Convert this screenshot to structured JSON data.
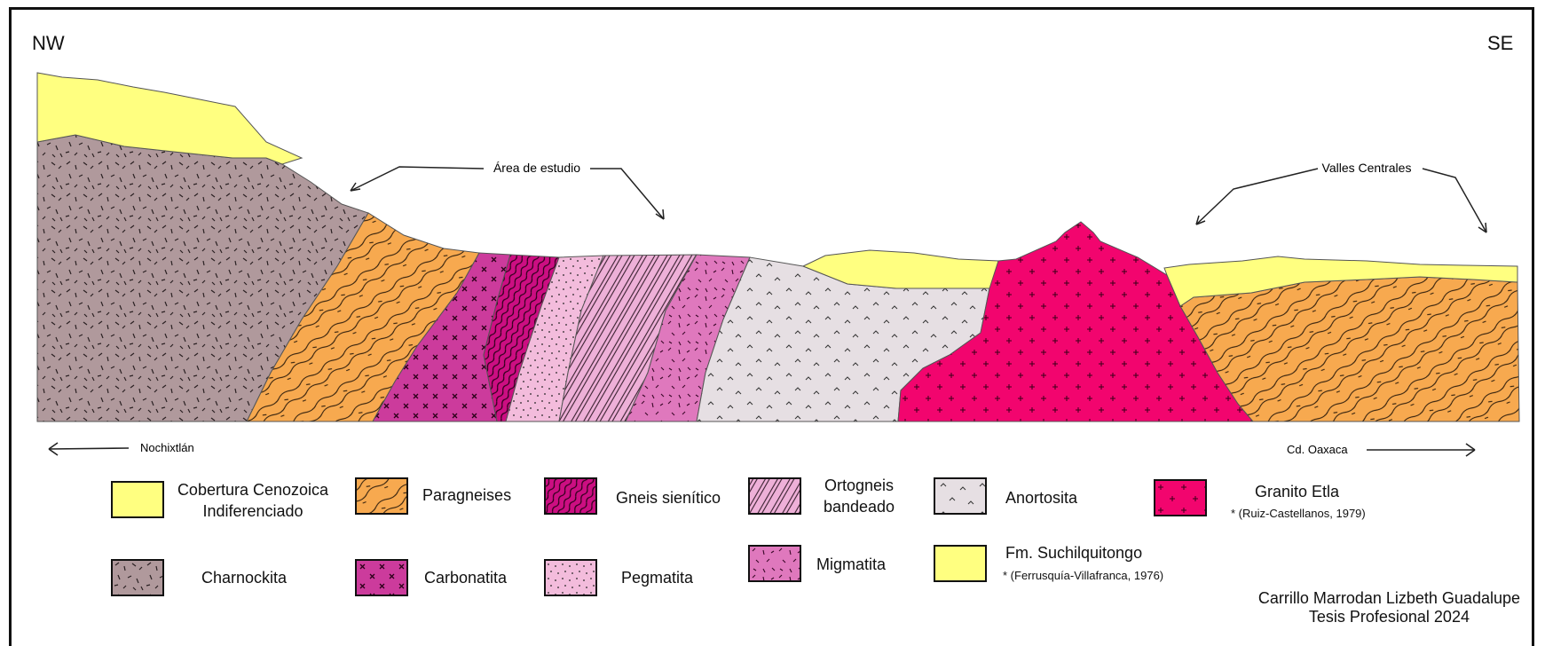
{
  "orientation": {
    "left": "NW",
    "right": "SE"
  },
  "callouts": {
    "study_area": "Área de estudio",
    "central_valleys": "Valles Centrales"
  },
  "directions": {
    "west": "Nochixtlán",
    "east": "Cd. Oaxaca"
  },
  "units": {
    "cenozoic": {
      "label": "Cobertura Cenozoica Indiferenciado",
      "color": "#ffff80"
    },
    "paragneiss": {
      "label": "Paragneises",
      "color": "#f7a94f"
    },
    "syenitic_gneiss": {
      "label": "Gneis sienítico",
      "color": "#cc0e82"
    },
    "orthogneiss": {
      "label": "Ortogneis bandeado",
      "color": "#eeb0d8"
    },
    "anorthosite": {
      "label": "Anortosita",
      "color": "#e6dfe3"
    },
    "granite": {
      "label": "Granito Etla",
      "note": "* (Ruiz-Castellanos, 1979)",
      "color": "#f2056e"
    },
    "charnockite": {
      "label": "Charnockita",
      "color": "#b0999c"
    },
    "carbonatite": {
      "label": "Carbonatita",
      "color": "#cc3b9c"
    },
    "pegmatite": {
      "label": "Pegmatita",
      "color": "#f3bcdc"
    },
    "migmatite": {
      "label": "Migmatita",
      "color": "#df78bd"
    },
    "suchilquitongo": {
      "label": "Fm. Suchilquitongo",
      "note": "* (Ferrusquía-Villafranca, 1976)",
      "color": "#ffff80"
    }
  },
  "credit": {
    "author": "Carrillo Marrodan Lizbeth Guadalupe",
    "thesis": "Tesis Profesional 2024"
  }
}
